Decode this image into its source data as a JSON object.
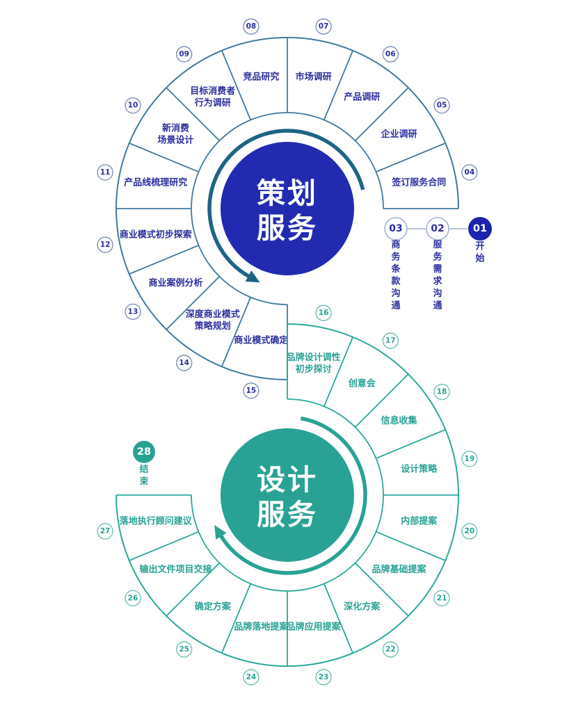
{
  "diagram": {
    "top_wheel": {
      "name": "策划服务",
      "title": "策划\n服务",
      "colors": {
        "circle": "#222bb0",
        "line": "#3f7a9e",
        "label": "#2d2f9e",
        "badge_ring": "#7d90ba",
        "badge_number": "#2b2f9f",
        "chain": "#9fb3d2",
        "arrow": "#1d6486",
        "start_fill": "#1c24ad"
      },
      "start": {
        "number": "01",
        "label": "开始"
      },
      "pre_steps": [
        {
          "number": "02",
          "label": "服务需求沟通"
        },
        {
          "number": "03",
          "label": "商务条款沟通"
        }
      ],
      "steps": [
        {
          "number": "04",
          "label": "签订服务合同"
        },
        {
          "number": "05",
          "label": "企业调研"
        },
        {
          "number": "06",
          "label": "产品调研"
        },
        {
          "number": "07",
          "label": "市场调研"
        },
        {
          "number": "08",
          "label": "竞品研究"
        },
        {
          "number": "09",
          "label": "目标消费者行为调研",
          "lines": [
            "目标消费者",
            "行为调研"
          ]
        },
        {
          "number": "10",
          "label": "新消费场景设计",
          "lines": [
            "新消费",
            "场景设计"
          ]
        },
        {
          "number": "11",
          "label": "产品线梳理研究"
        },
        {
          "number": "12",
          "label": "商业模式初步探索"
        },
        {
          "number": "13",
          "label": "商业案例分析"
        },
        {
          "number": "14",
          "label": "深度商业模式策略规划",
          "lines": [
            "深度商业模式",
            "策略规划"
          ]
        },
        {
          "number": "15",
          "label": "商业模式确定"
        }
      ]
    },
    "bottom_wheel": {
      "name": "设计服务",
      "title": "设计\n服务",
      "colors": {
        "circle": "#29a295",
        "line": "#2aa89b",
        "label": "#29a295",
        "badge_ring": "#6fbfb4",
        "badge_number": "#29a295",
        "arrow": "#29a295",
        "end_fill": "#29a296"
      },
      "steps": [
        {
          "number": "16",
          "label": "品牌设计调性初步探讨",
          "lines": [
            "品牌设计调性",
            "初步探讨"
          ]
        },
        {
          "number": "17",
          "label": "创意会"
        },
        {
          "number": "18",
          "label": "信息收集"
        },
        {
          "number": "19",
          "label": "设计策略"
        },
        {
          "number": "20",
          "label": "内部提案"
        },
        {
          "number": "21",
          "label": "品牌基础提案"
        },
        {
          "number": "22",
          "label": "深化方案"
        },
        {
          "number": "23",
          "label": "品牌应用提案"
        },
        {
          "number": "24",
          "label": "品牌落地提案"
        },
        {
          "number": "25",
          "label": "确定方案"
        },
        {
          "number": "26",
          "label": "输出文件项目交接"
        },
        {
          "number": "27",
          "label": "落地执行顾问建议"
        }
      ],
      "end": {
        "number": "28",
        "label": "结束"
      }
    }
  }
}
